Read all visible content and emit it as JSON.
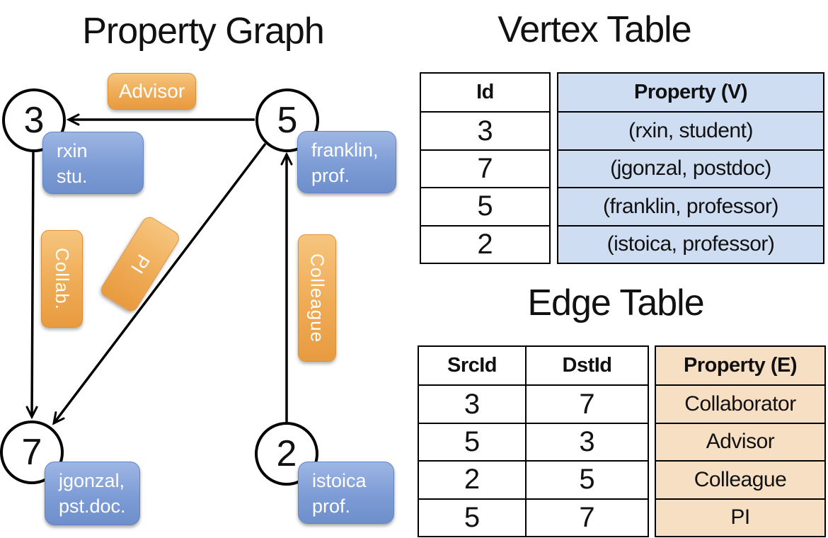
{
  "graph_panel": {
    "title": "Property Graph",
    "nodes": [
      {
        "id": "3"
      },
      {
        "id": "5"
      },
      {
        "id": "7"
      },
      {
        "id": "2"
      }
    ],
    "vertex_labels": [
      {
        "line1": "rxin",
        "line2": "stu."
      },
      {
        "line1": "franklin,",
        "line2": "prof."
      },
      {
        "line1": "jgonzal,",
        "line2": "pst.doc."
      },
      {
        "line1": "istoica",
        "line2": "prof."
      }
    ],
    "edge_labels": {
      "advisor": "Advisor",
      "collab": "Collab.",
      "pi": "PI",
      "colleague": "Colleague"
    }
  },
  "vertex_table": {
    "title": "Vertex Table",
    "headers": {
      "id": "Id",
      "property": "Property (V)"
    },
    "rows": [
      {
        "id": "3",
        "property": "(rxin, student)"
      },
      {
        "id": "7",
        "property": "(jgonzal, postdoc)"
      },
      {
        "id": "5",
        "property": "(franklin, professor)"
      },
      {
        "id": "2",
        "property": "(istoica, professor)"
      }
    ]
  },
  "edge_table": {
    "title": "Edge Table",
    "headers": {
      "src": "SrcId",
      "dst": "DstId",
      "property": "Property (E)"
    },
    "rows": [
      {
        "src": "3",
        "dst": "7",
        "property": "Collaborator"
      },
      {
        "src": "5",
        "dst": "3",
        "property": "Advisor"
      },
      {
        "src": "2",
        "dst": "5",
        "property": "Colleague"
      },
      {
        "src": "5",
        "dst": "7",
        "property": "PI"
      }
    ]
  },
  "colors": {
    "edge_label_orange": "#efab55",
    "vertex_label_blue": "#7d9cd6",
    "vertex_property_cell_bg": "#cfddf2",
    "edge_property_cell_bg": "#f7dfc4",
    "line_black": "#000000"
  }
}
